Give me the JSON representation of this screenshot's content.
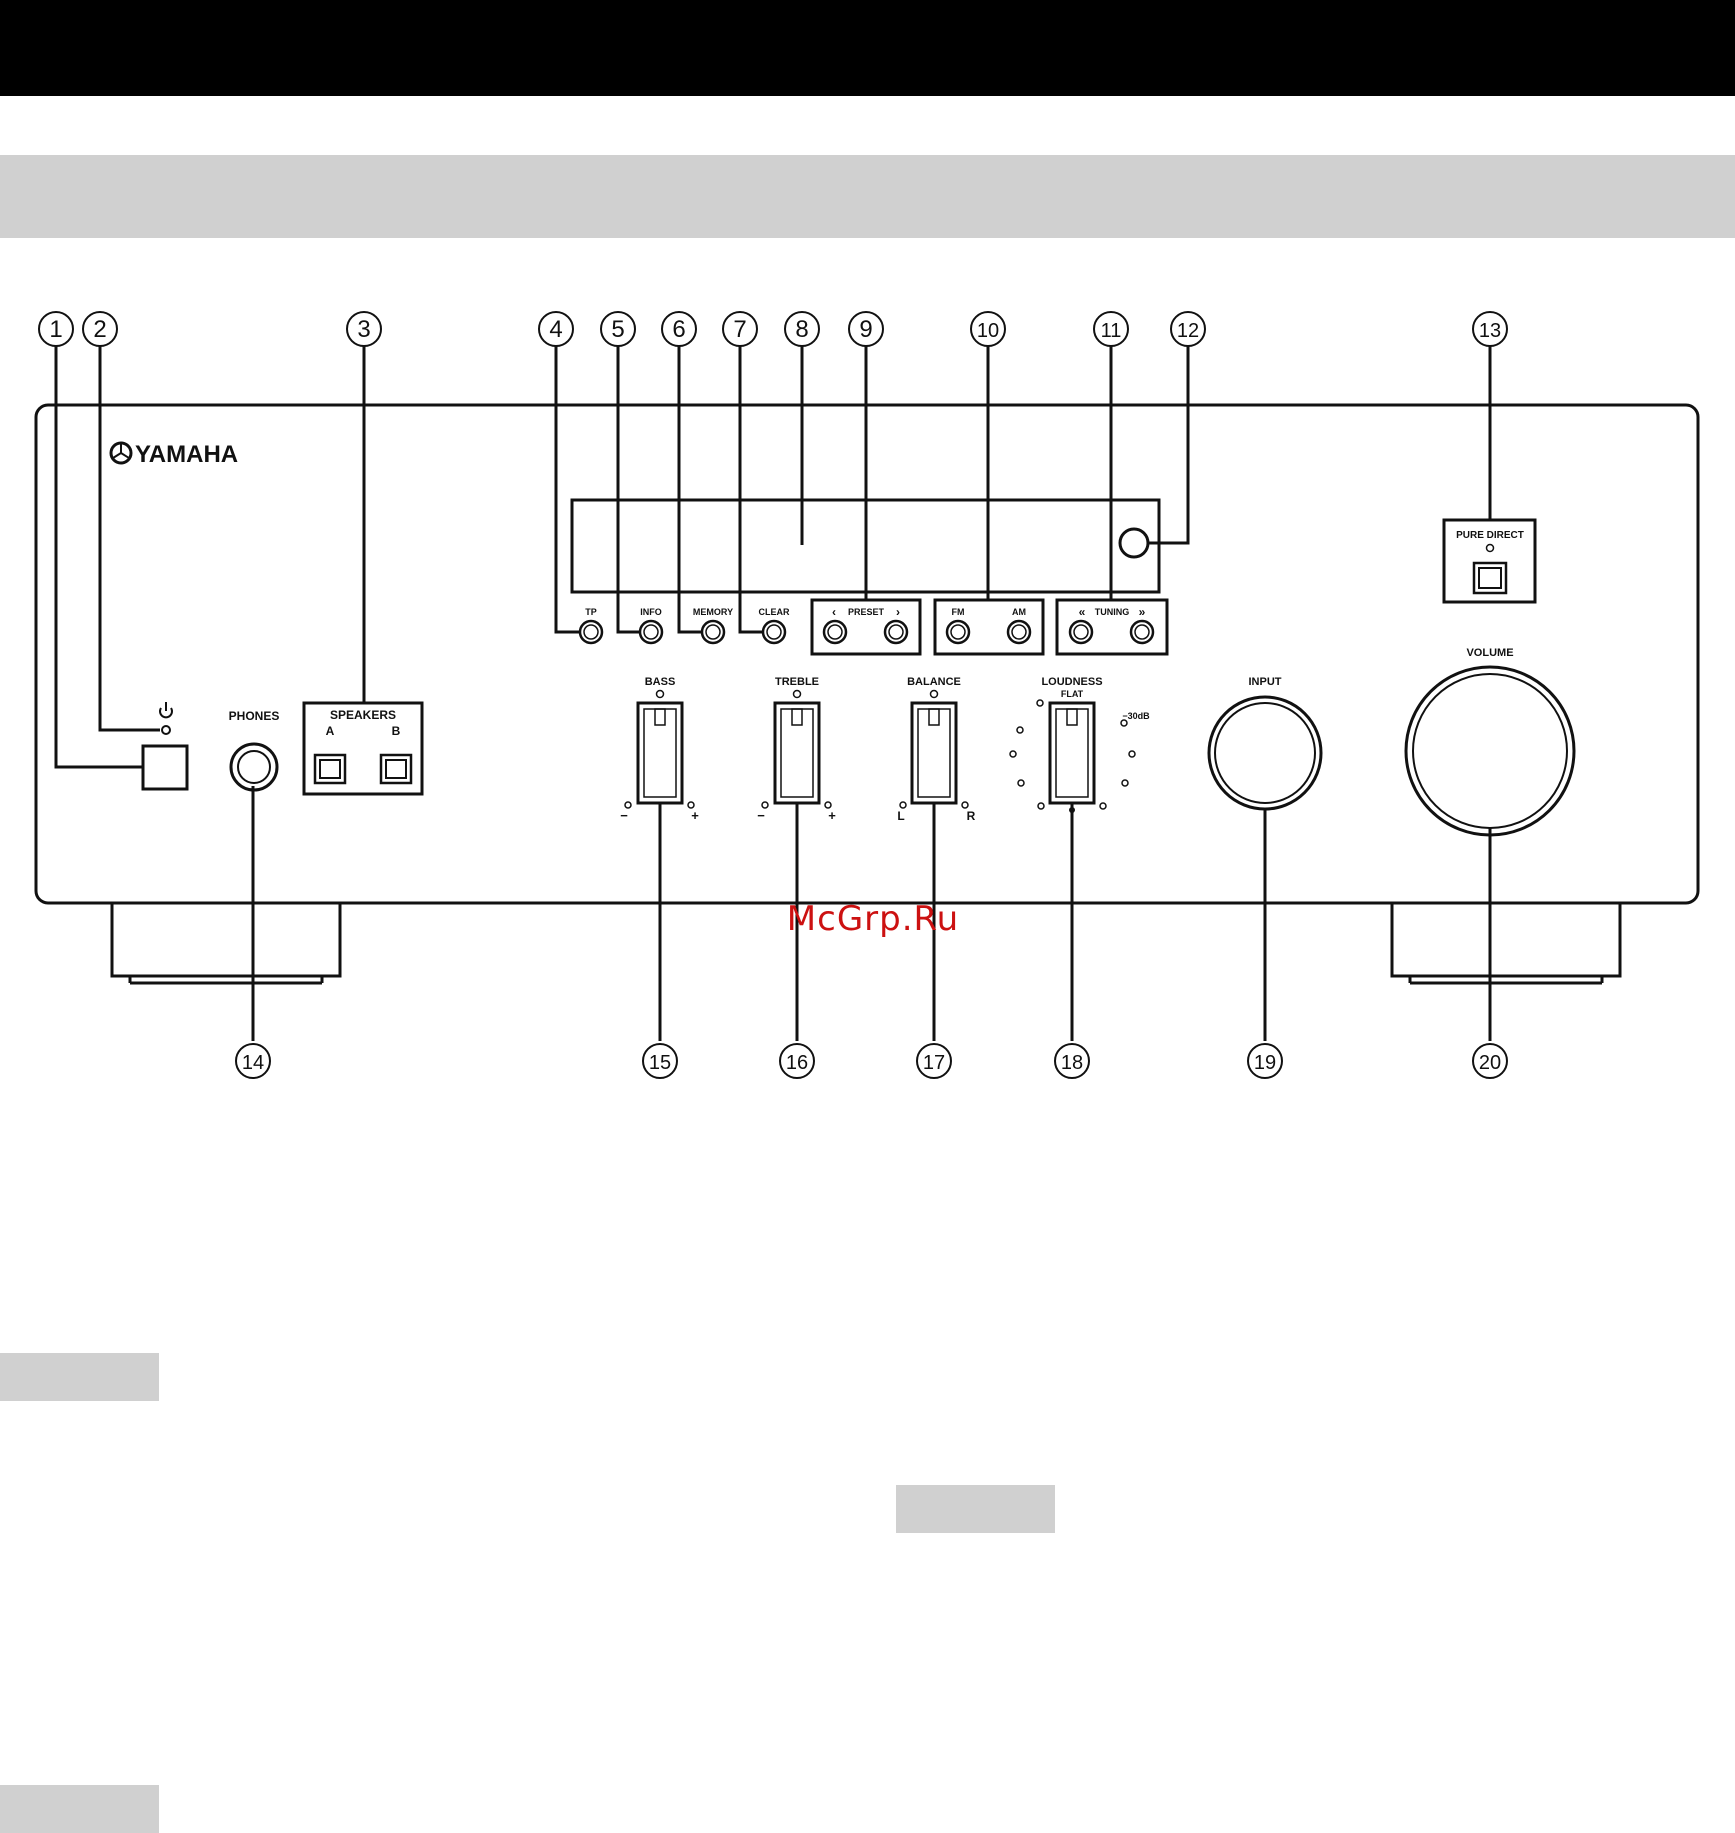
{
  "brand": "YAMAHA",
  "watermark": "McGrp.Ru",
  "colors": {
    "header": "#000000",
    "band": "#d0d0d0",
    "stroke": "#111111",
    "watermark": "#cc1111"
  },
  "labels": {
    "phones": "PHONES",
    "speakers": "SPEAKERS",
    "speaker_a": "A",
    "speaker_b": "B",
    "tp": "TP",
    "info": "INFO",
    "memory": "MEMORY",
    "clear": "CLEAR",
    "preset": "PRESET",
    "fm": "FM",
    "am": "AM",
    "tuning": "TUNING",
    "pure_direct": "PURE DIRECT",
    "bass": "BASS",
    "treble": "TREBLE",
    "balance": "BALANCE",
    "loudness": "LOUDNESS",
    "flat": "FLAT",
    "minus30db": "−30dB",
    "input": "INPUT",
    "volume": "VOLUME",
    "minus": "−",
    "plus": "+",
    "l": "L",
    "r": "R"
  },
  "callouts": [
    "1",
    "2",
    "3",
    "4",
    "5",
    "6",
    "7",
    "8",
    "9",
    "10",
    "11",
    "12",
    "13",
    "14",
    "15",
    "16",
    "17",
    "18",
    "19",
    "20"
  ],
  "icons": {
    "power": "power-icon",
    "preset_left": "chevron-left-icon",
    "preset_right": "chevron-right-icon",
    "tuning_left": "double-chevron-left-icon",
    "tuning_right": "double-chevron-right-icon"
  }
}
